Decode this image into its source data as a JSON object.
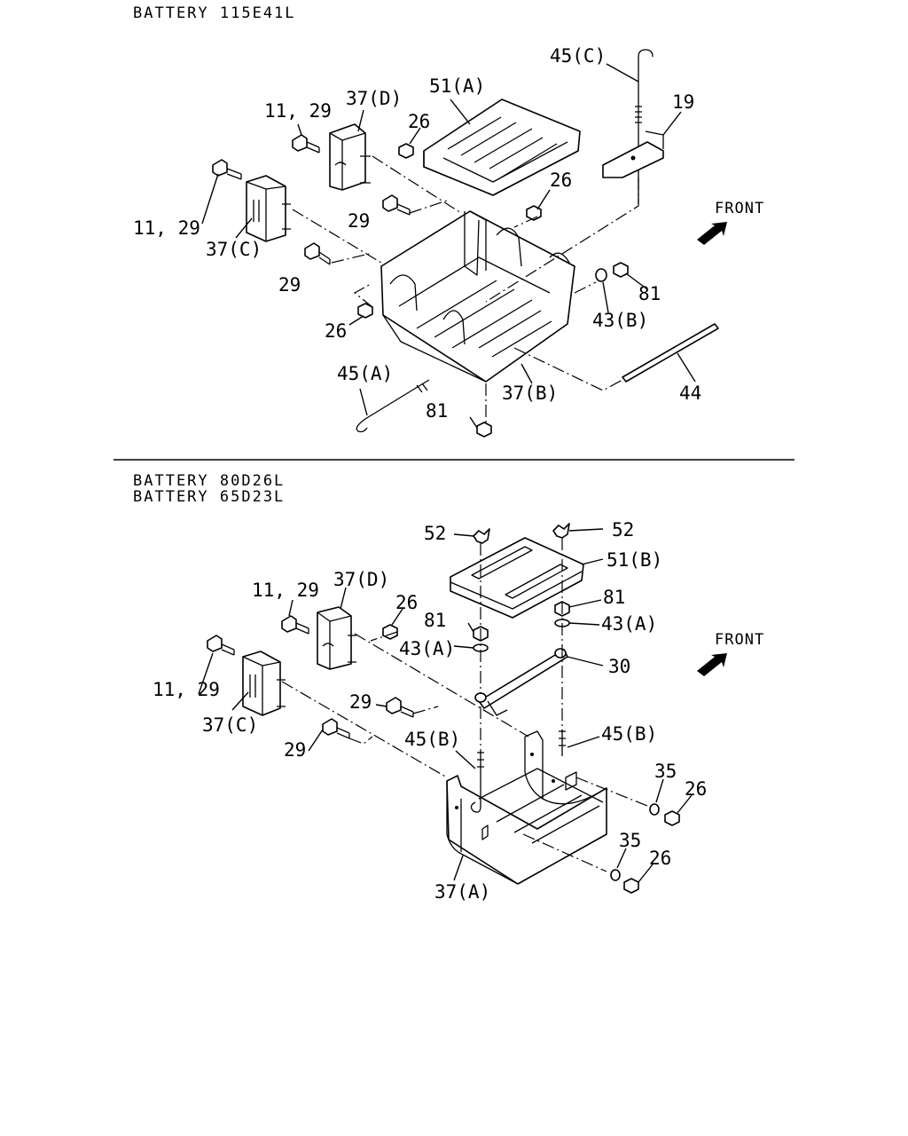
{
  "sections": [
    {
      "headers": [
        "BATTERY 115E41L"
      ],
      "front_label": "FRONT",
      "callouts": [
        "45(C)",
        "19",
        "51(A)",
        "37(D)",
        "11, 29",
        "26",
        "26",
        "11, 29",
        "37(C)",
        "29",
        "29",
        "81",
        "43(B)",
        "26",
        "45(A)",
        "37(B)",
        "44",
        "81"
      ]
    },
    {
      "headers": [
        "BATTERY 80D26L",
        "BATTERY 65D23L"
      ],
      "front_label": "FRONT",
      "callouts": [
        "52",
        "52",
        "51(B)",
        "81",
        "43(A)",
        "81",
        "43(A)",
        "37(D)",
        "26",
        "11, 29",
        "30",
        "11, 29",
        "37(C)",
        "29",
        "29",
        "45(B)",
        "45(B)",
        "35",
        "26",
        "35",
        "26",
        "37(A)"
      ]
    }
  ]
}
